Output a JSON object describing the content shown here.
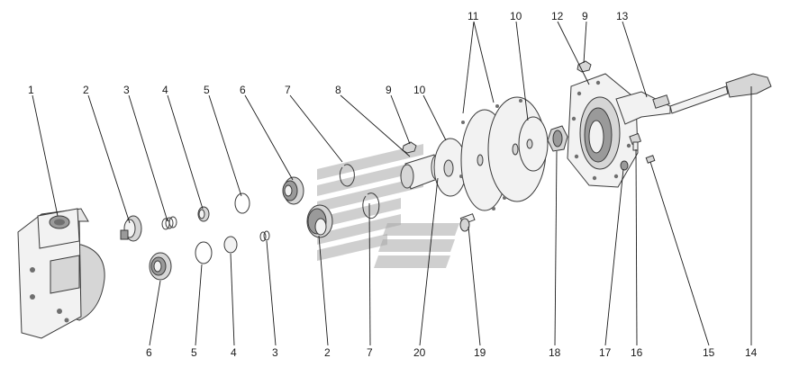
{
  "diagram": {
    "type": "exploded-assembly",
    "callouts": [
      {
        "id": "c1-top",
        "label": "1"
      },
      {
        "id": "c2-top",
        "label": "2"
      },
      {
        "id": "c3-top",
        "label": "3"
      },
      {
        "id": "c4-top",
        "label": "4"
      },
      {
        "id": "c5-top",
        "label": "5"
      },
      {
        "id": "c6-top",
        "label": "6"
      },
      {
        "id": "c7-top",
        "label": "7"
      },
      {
        "id": "c8-top",
        "label": "8"
      },
      {
        "id": "c9-top-a",
        "label": "9"
      },
      {
        "id": "c10-top-a",
        "label": "10"
      },
      {
        "id": "c11-top",
        "label": "11"
      },
      {
        "id": "c10-top-b",
        "label": "10"
      },
      {
        "id": "c12-top",
        "label": "12"
      },
      {
        "id": "c9-top-b",
        "label": "9"
      },
      {
        "id": "c13-top",
        "label": "13"
      },
      {
        "id": "c6-bottom",
        "label": "6"
      },
      {
        "id": "c5-bottom",
        "label": "5"
      },
      {
        "id": "c4-bottom",
        "label": "4"
      },
      {
        "id": "c3-bottom",
        "label": "3"
      },
      {
        "id": "c2-bottom",
        "label": "2"
      },
      {
        "id": "c7-bottom",
        "label": "7"
      },
      {
        "id": "c20-bottom",
        "label": "20"
      },
      {
        "id": "c19-bottom",
        "label": "19"
      },
      {
        "id": "c18-bottom",
        "label": "18"
      },
      {
        "id": "c17-bottom",
        "label": "17"
      },
      {
        "id": "c16-bottom",
        "label": "16"
      },
      {
        "id": "c15-bottom",
        "label": "15"
      },
      {
        "id": "c14-bottom",
        "label": "14"
      }
    ],
    "colors": {
      "line": "#1a1a1a",
      "part_outline": "#3a3a3a",
      "watermark": "#a8a8a8"
    }
  }
}
